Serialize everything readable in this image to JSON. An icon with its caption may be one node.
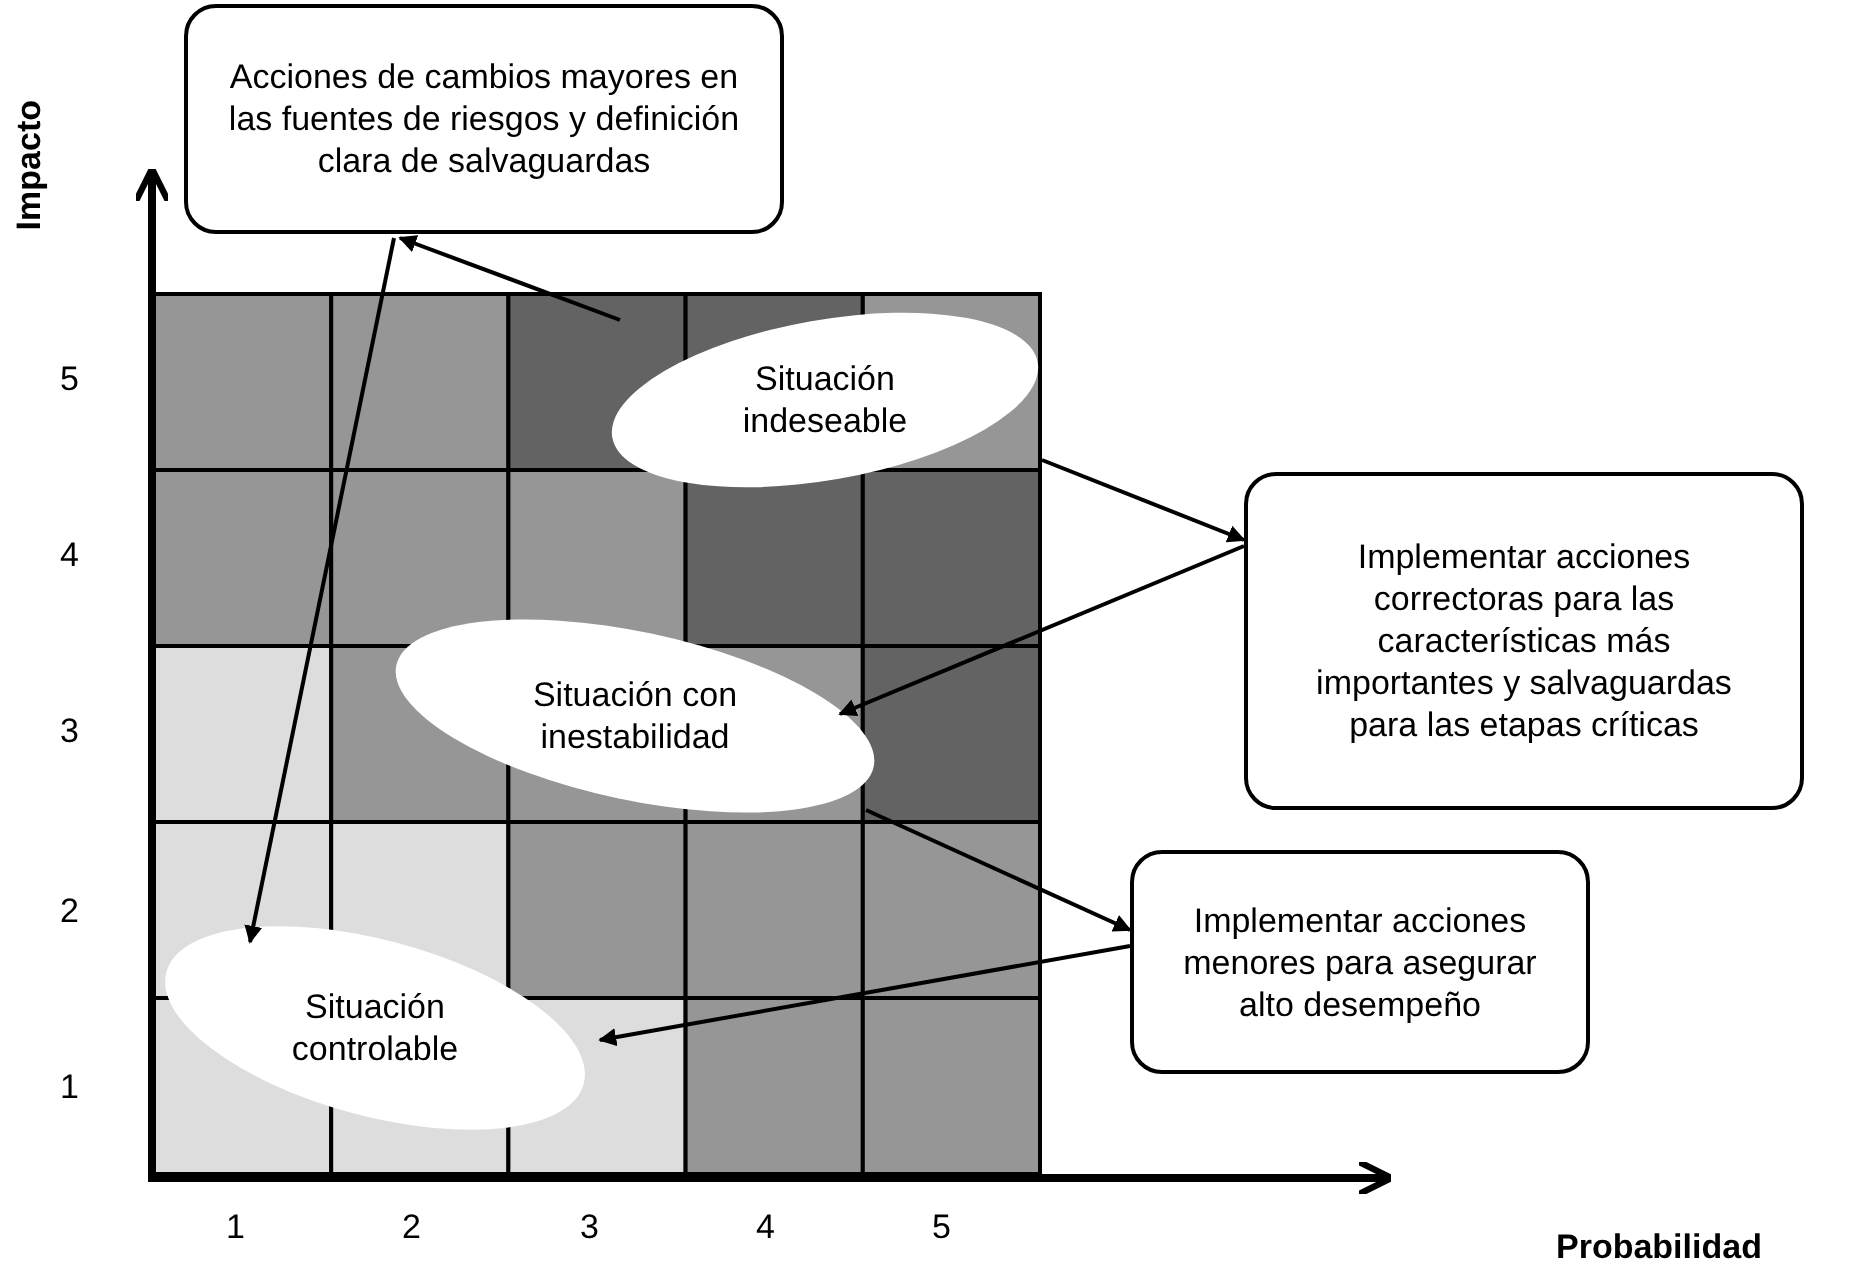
{
  "diagram": {
    "nodes": [
      {
        "text": [
          "Acciones de cambios mayores en las fuentes de riesgos y definición clara de salvaguardas"
        ]
      },
      {
        "text": [
          "Situación indeseable"
        ]
      },
      {
        "text": [
          "Implementar acciones correctoras para las características más importantes y salvaguardas para las etapas críticas"
        ]
      },
      {
        "text": [
          "Situación con inestabilidad"
        ]
      },
      {
        "text": [
          "Implementar acciones menores para asegurar alto desempeño"
        ]
      },
      {
        "text": [
          "Situación controlable"
        ]
      }
    ],
    "edges": [
      {
        "from": 1,
        "to": 0,
        "arrow": "to"
      },
      {
        "from": 1,
        "to": 2,
        "arrow": "to"
      },
      {
        "from": 2,
        "to": 3,
        "arrow": "to"
      },
      {
        "from": 0,
        "to": 5,
        "arrow": "to"
      },
      {
        "from": 3,
        "to": 4,
        "arrow": "to"
      },
      {
        "from": 4,
        "to": 5,
        "arrow": "to"
      }
    ],
    "labels": [
      "Impacto",
      "5",
      "4",
      "3",
      "2",
      "1",
      "1",
      "2",
      "3",
      "4",
      "5",
      "Probabilidad"
    ]
  }
}
